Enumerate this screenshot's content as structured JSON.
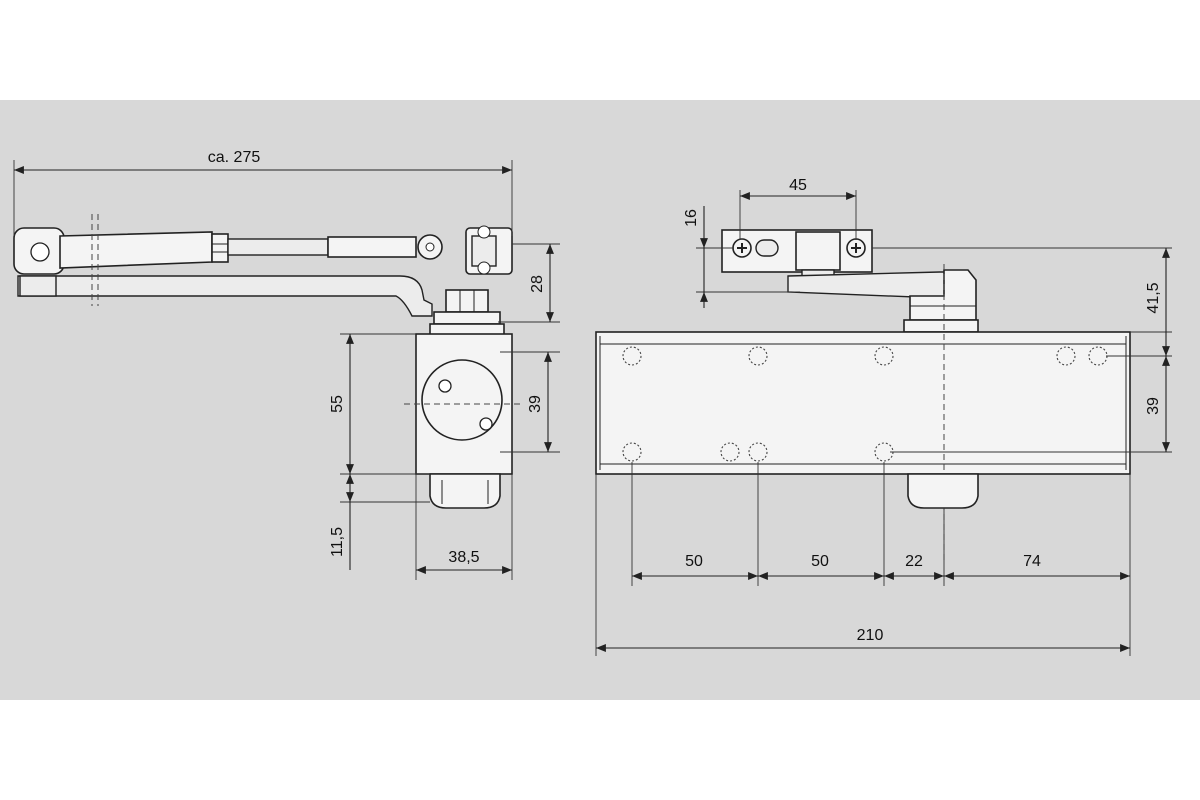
{
  "background_color": "#d8d8d8",
  "line_color": "#222222",
  "dimensions": {
    "side_view": {
      "overall_length": "ca. 275",
      "arm_height": "28",
      "body_height": "55",
      "spindle_spacing": "39",
      "bottom_offset": "11,5",
      "body_depth": "38,5"
    },
    "front_view": {
      "bracket_width": "45",
      "bracket_offset": "16",
      "arm_offset": "41,5",
      "spindle_spacing": "39",
      "hole_spacing_1": "50",
      "hole_spacing_2": "50",
      "spindle_offset": "22",
      "end_offset": "74",
      "overall_length": "210"
    }
  }
}
